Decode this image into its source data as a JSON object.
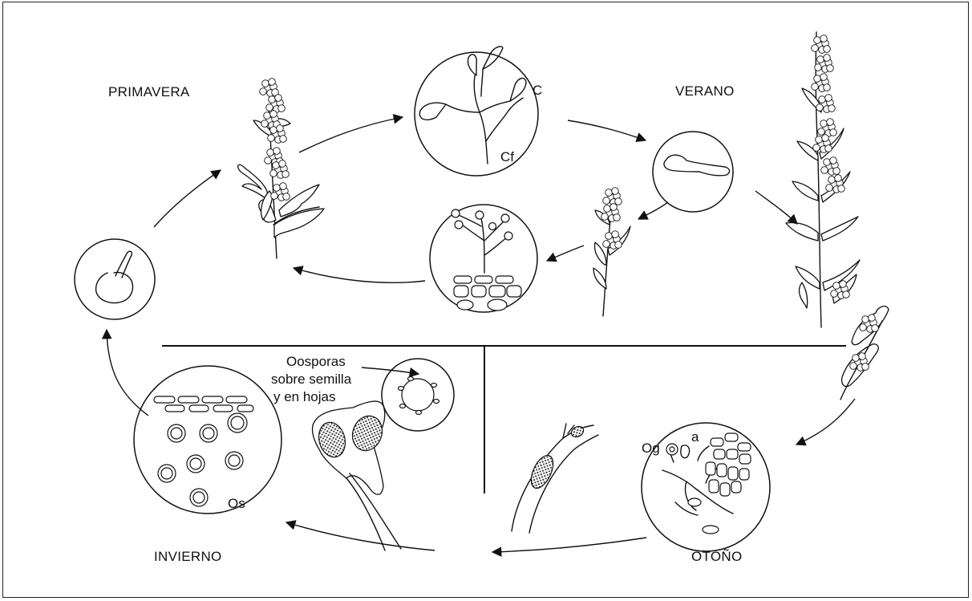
{
  "seasons": {
    "spring": "PRIMAVERA",
    "summer": "VERANO",
    "autumn": "OTOÑO",
    "winter": "INVIERNO"
  },
  "labels": {
    "conidia": "C",
    "conidiophore": "Cf",
    "oogonium": "Og",
    "antheridium": "a",
    "oospores": "Os",
    "oospores_note_line1": "Oosporas",
    "oospores_note_line2": "sobre semilla",
    "oospores_note_line3": "y en hojas"
  },
  "colors": {
    "ink": "#111111",
    "background": "#ffffff"
  }
}
